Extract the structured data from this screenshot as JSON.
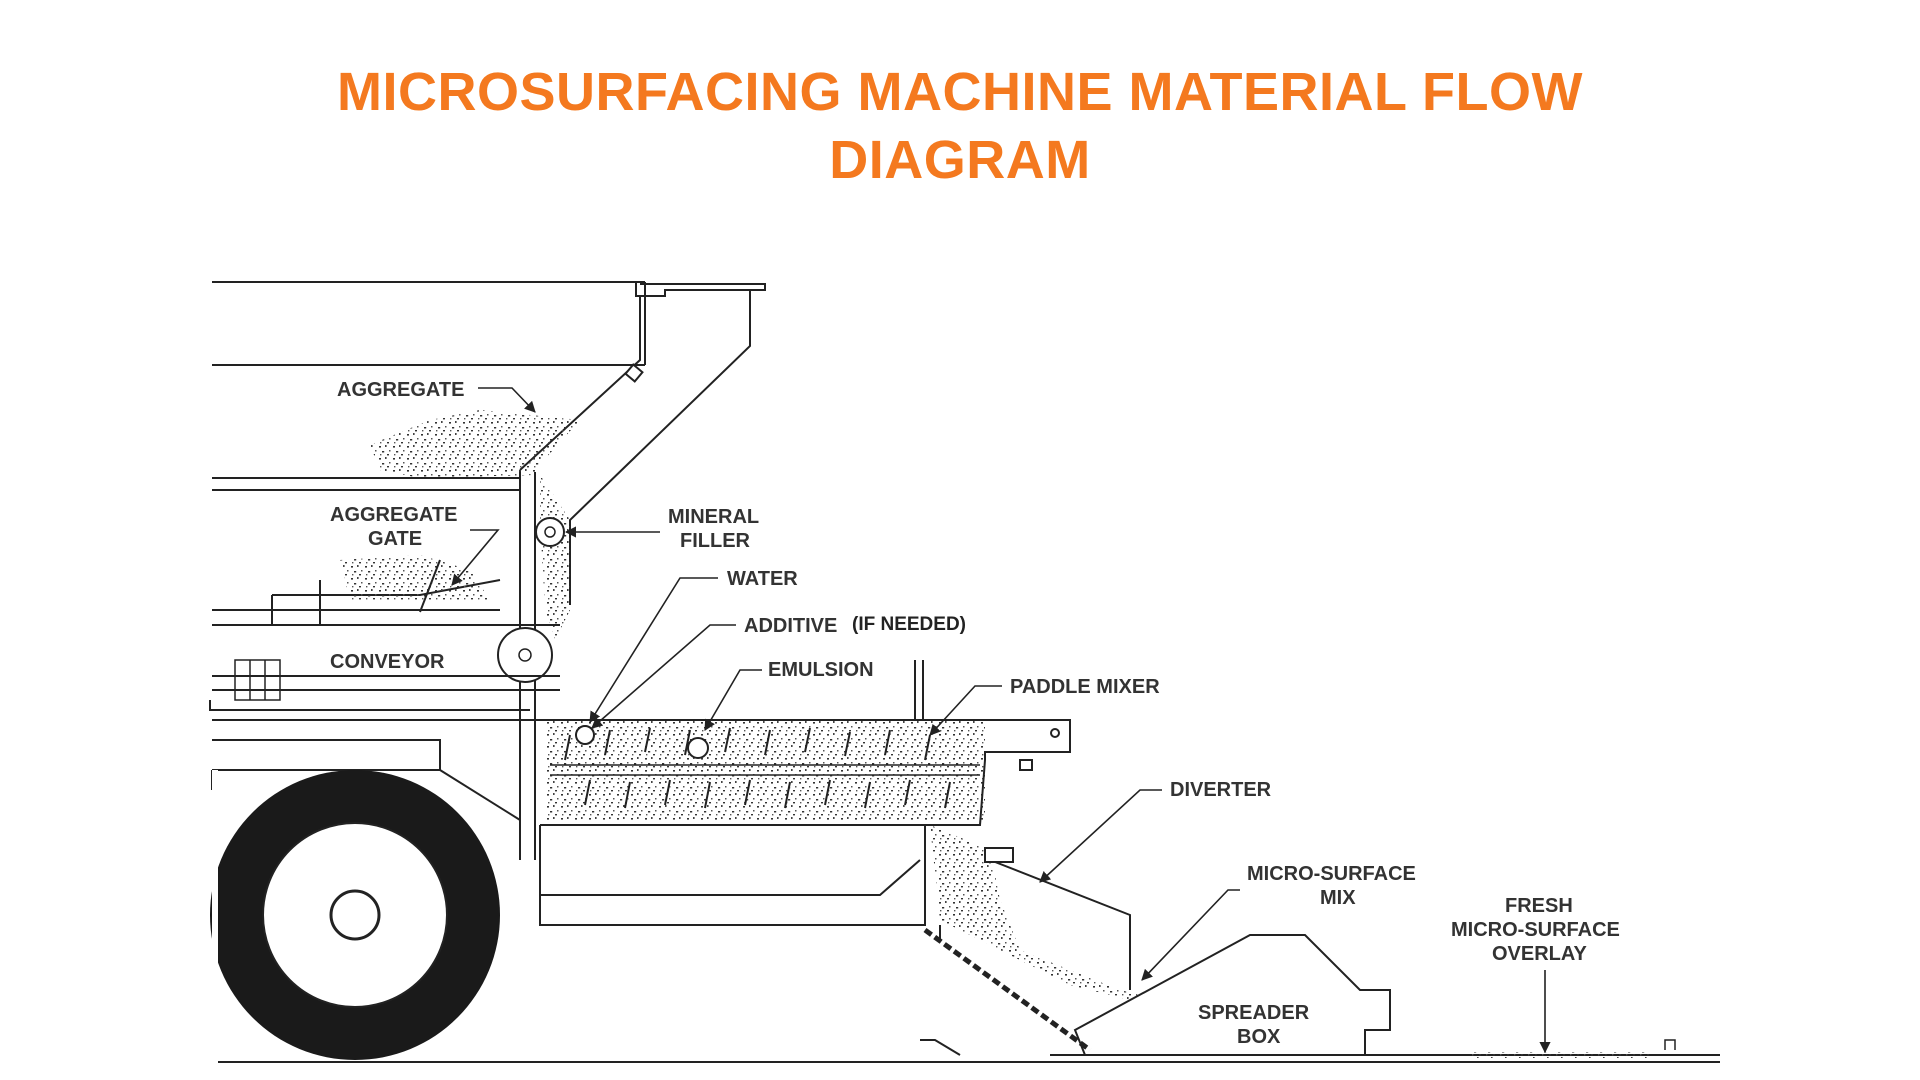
{
  "title": {
    "line1": "MICROSURFACING MACHINE MATERIAL FLOW",
    "line2": "DIAGRAM",
    "color": "#F4791F"
  },
  "labels": {
    "aggregate": "AGGREGATE",
    "aggregate_gate_1": "AGGREGATE",
    "aggregate_gate_2": "GATE",
    "conveyor": "CONVEYOR",
    "mineral_filler_1": "MINERAL",
    "mineral_filler_2": "FILLER",
    "water": "WATER",
    "additive": "ADDITIVE",
    "additive_note": "(IF NEEDED)",
    "emulsion": "EMULSION",
    "paddle_mixer": "PADDLE MIXER",
    "diverter": "DIVERTER",
    "micro_surface_mix_1": "MICRO-SURFACE",
    "micro_surface_mix_2": "MIX",
    "spreader_box_1": "SPREADER",
    "spreader_box_2": "BOX",
    "fresh_overlay_1": "FRESH",
    "fresh_overlay_2": "MICRO-SURFACE",
    "fresh_overlay_3": "OVERLAY"
  }
}
